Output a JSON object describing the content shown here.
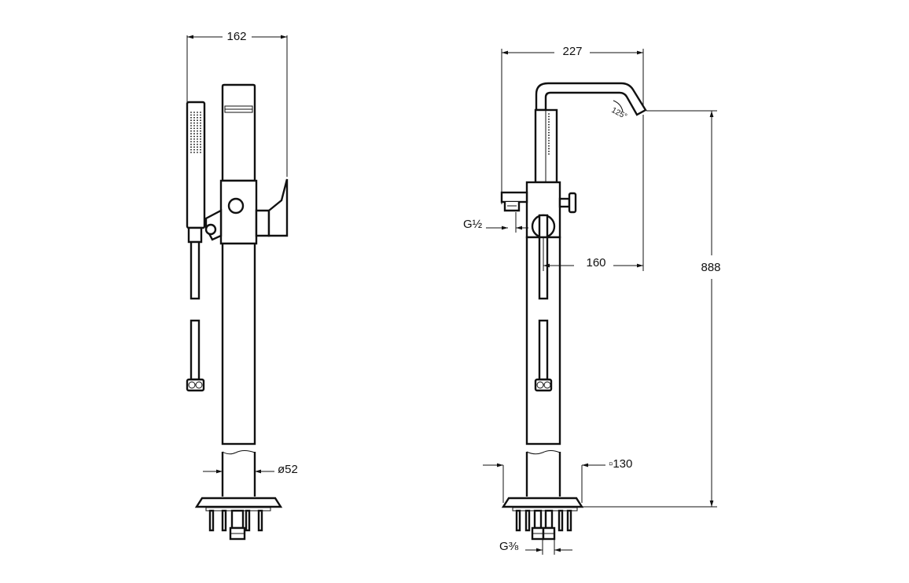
{
  "side_view": {
    "width_dim": "162",
    "diameter_dim": "ø52"
  },
  "front_view": {
    "width_dim": "227",
    "angle_dim": "125°",
    "thread_side": "G½",
    "reach_dim": "160",
    "height_dim": "888",
    "base_dim": "▫130",
    "thread_bottom": "G⅜"
  },
  "colors": {
    "line": "#111111",
    "background": "#ffffff"
  }
}
